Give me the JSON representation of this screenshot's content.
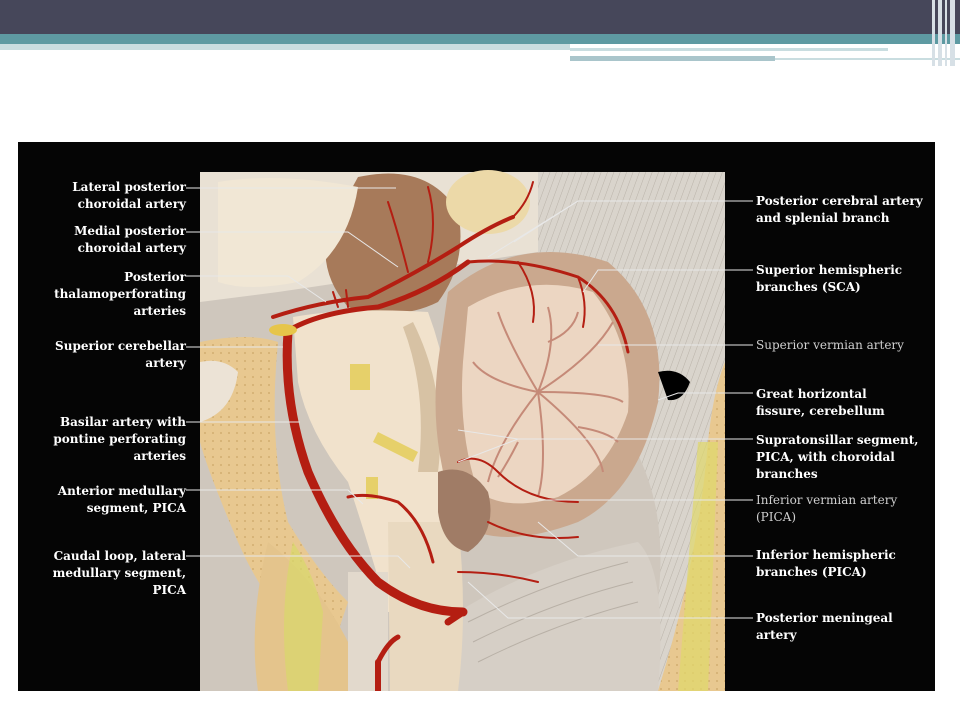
{
  "figure": {
    "left_labels": [
      {
        "id": "lateral-posterior-choroidal",
        "text": "Lateral posterior\nchoroidal artery"
      },
      {
        "id": "medial-posterior-choroidal",
        "text": "Medial posterior\nchoroidal artery"
      },
      {
        "id": "posterior-thalamoperforating",
        "text": "Posterior\nthalamoperforating\narteries"
      },
      {
        "id": "superior-cerebellar",
        "text": "Superior cerebellar\nartery"
      },
      {
        "id": "basilar-artery",
        "text": "Basilar artery with\npontine perforating\narteries"
      },
      {
        "id": "anterior-medullary",
        "text": "Anterior medullary\nsegment, PICA"
      },
      {
        "id": "caudal-loop",
        "text": "Caudal loop, lateral\nmedullary segment,\nPICA"
      }
    ],
    "right_labels": [
      {
        "id": "posterior-cerebral",
        "text": "Posterior cerebral artery\nand splenial branch"
      },
      {
        "id": "superior-hemispheric",
        "text": "Superior hemispheric\nbranches (SCA)"
      },
      {
        "id": "superior-vermian",
        "text": "Superior vermian artery"
      },
      {
        "id": "great-horizontal-fissure",
        "text": "Great horizontal\nfissure, cerebellum"
      },
      {
        "id": "supratonsillar-segment",
        "text": "Supratonsillar segment,\nPICA, with choroidal\nbranches"
      },
      {
        "id": "inferior-vermian",
        "text": "Inferior vermian artery\n(PICA)"
      },
      {
        "id": "inferior-hemispheric",
        "text": "Inferior hemispheric\nbranches (PICA)"
      },
      {
        "id": "posterior-meningeal",
        "text": "Posterior meningeal\nartery"
      }
    ]
  }
}
